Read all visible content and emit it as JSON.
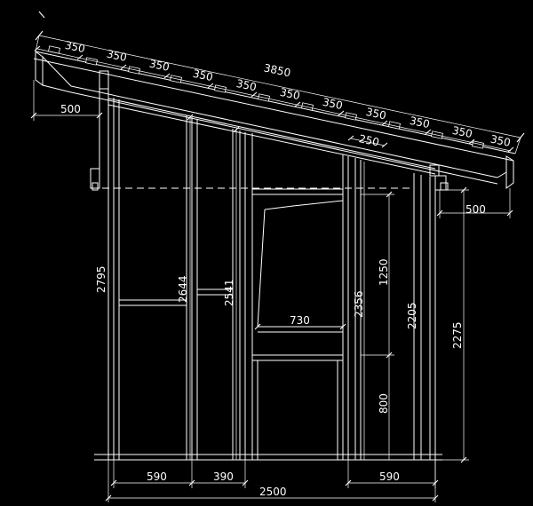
{
  "dimensions": {
    "rafter_spacing": [
      "350",
      "350",
      "350",
      "350",
      "350",
      "350",
      "350",
      "350",
      "350",
      "350",
      "350",
      "250"
    ],
    "slope_total": "3850",
    "overhang_left": "500",
    "overhang_right": "500",
    "spacing_lower": "250",
    "height_left": "2795",
    "height_stud_1": "2644",
    "height_stud_2": "2541",
    "height_door_opening": "2356",
    "height_window_upper": "1250",
    "height_window_lower": "800",
    "height_right_1": "2205",
    "height_right_2": "2275",
    "window_width": "730",
    "bottom_590_left": "590",
    "bottom_390": "390",
    "bottom_590_right": "590",
    "bottom_total": "2500"
  }
}
